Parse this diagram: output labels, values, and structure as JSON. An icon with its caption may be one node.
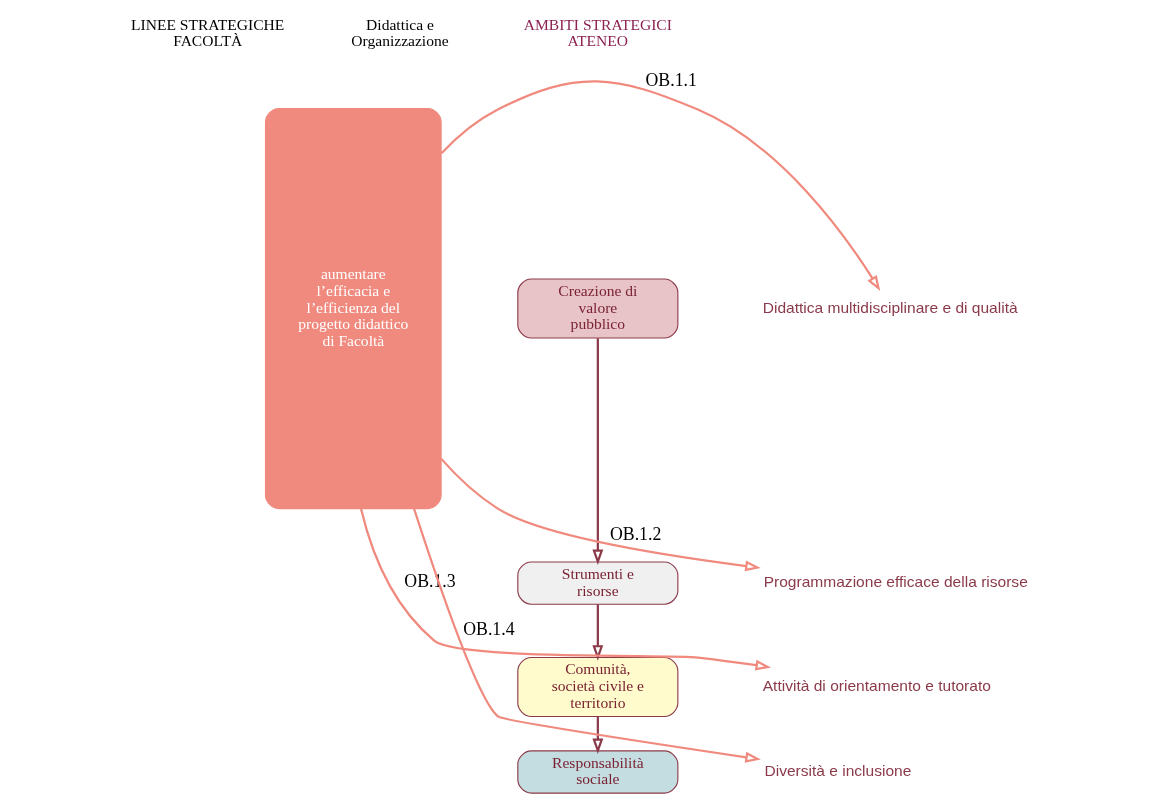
{
  "diagram": {
    "nodes": [
      {
        "text": [
          "Creazione di valore pubblico"
        ]
      },
      {
        "text": [
          "Strumenti e risorse"
        ]
      },
      {
        "text": [
          "Comunità, società civile e territorio"
        ]
      },
      {
        "text": [
          "Responsabilità sociale"
        ]
      },
      {
        "text": [
          "Didattica multidisciplinare e di qualità"
        ]
      },
      {
        "text": [
          "Programmazione efficace della risorse"
        ]
      },
      {
        "text": [
          "Attività di orientamento e tutorato"
        ]
      },
      {
        "text": [
          "Diversità e inclusione"
        ]
      },
      {
        "text": [
          "aumentare l’efficacia e l’efficienza del progetto didattico di Facoltà"
        ]
      }
    ],
    "edges": [
      {
        "from": 0,
        "to": 1,
        "arrow": "to",
        "color": "#8b3a4a"
      },
      {
        "from": 1,
        "to": 2,
        "arrow": "to",
        "color": "#8b3a4a"
      },
      {
        "from": 2,
        "to": 3,
        "arrow": "to",
        "color": "#8b3a4a"
      },
      {
        "from": 8,
        "to": 4,
        "arrow": "to",
        "label": "OB.1.1"
      },
      {
        "from": 8,
        "to": 5,
        "arrow": "to",
        "label": "OB.1.2"
      },
      {
        "from": 8,
        "to": 6,
        "arrow": "to",
        "label": "OB.1.3"
      },
      {
        "from": 8,
        "to": 7,
        "arrow": "to",
        "label": "OB.1.4"
      }
    ],
    "labels": [
      "AMBITI STRATEGICI ATENEO",
      "LINEE STRATEGICHE FACOLTÀ",
      "Didattica e Organizzazione"
    ]
  }
}
